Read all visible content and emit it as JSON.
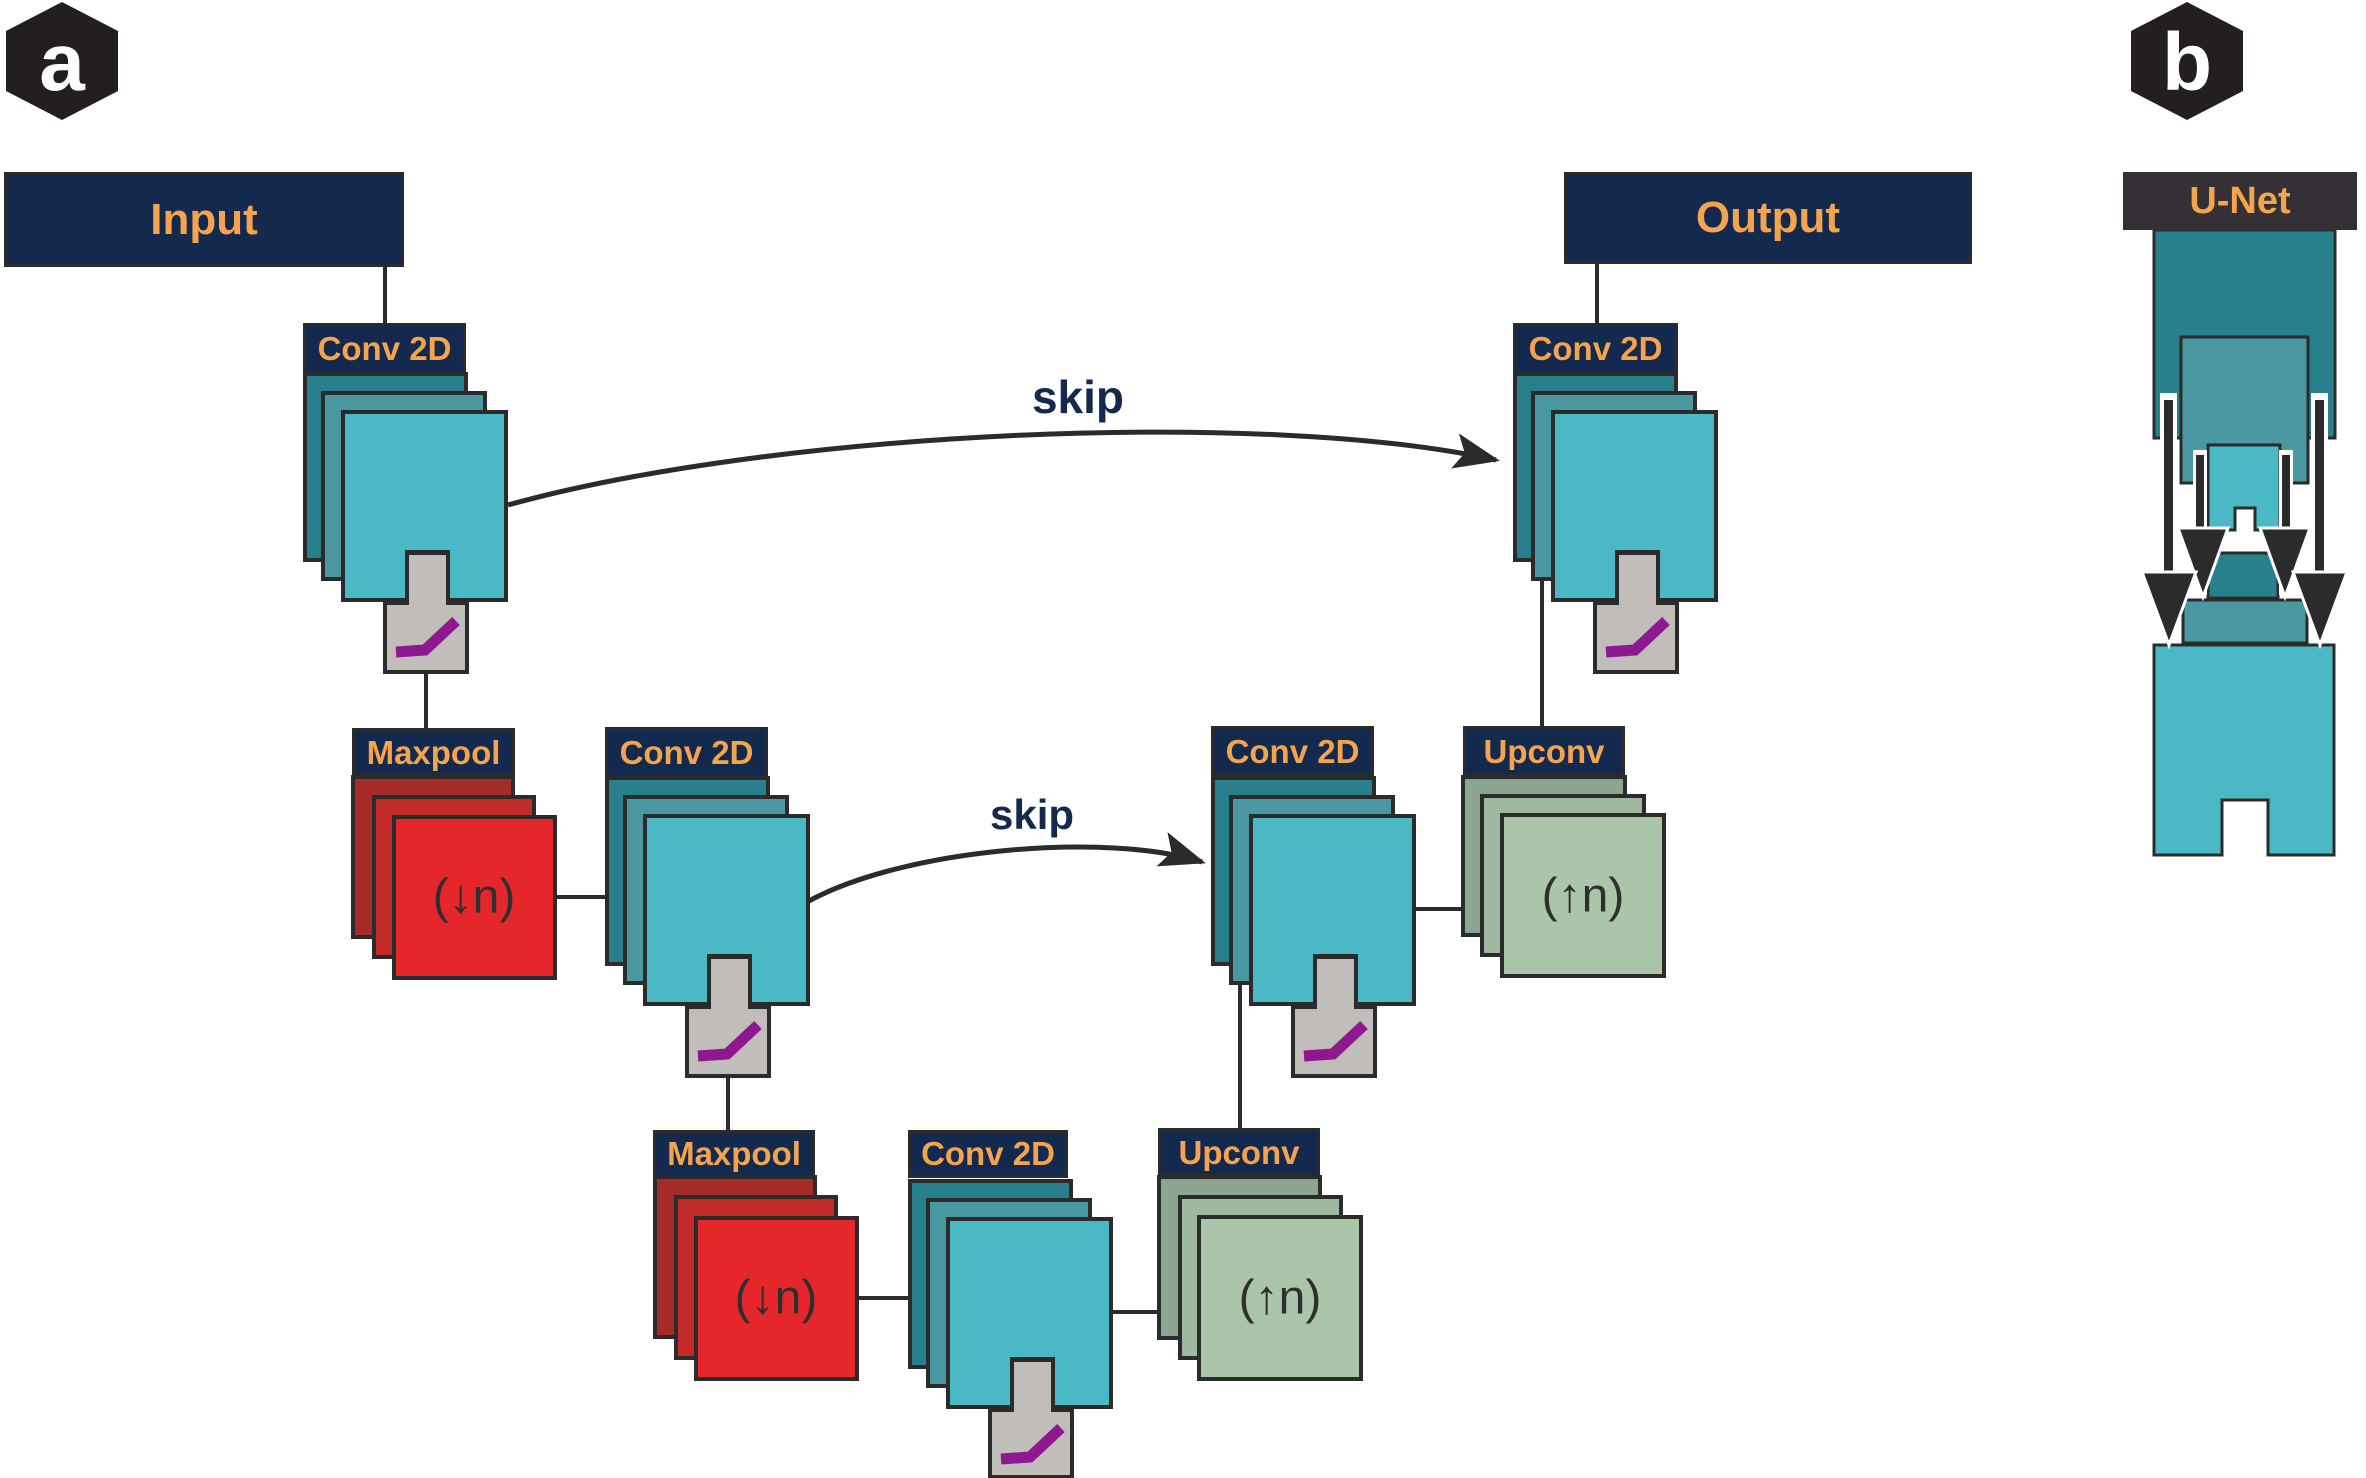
{
  "panel_a": {
    "badge": "a",
    "input_label": "Input",
    "output_label": "Output",
    "skip_top": "skip",
    "skip_mid": "skip",
    "blocks": {
      "conv_top_left": "Conv 2D",
      "conv_top_right": "Conv 2D",
      "conv_mid_left": "Conv 2D",
      "conv_bottom": "Conv 2D",
      "conv_mid_right": "Conv 2D",
      "maxpool_mid": "Maxpool",
      "maxpool_bottom": "Maxpool",
      "upconv_bottom": "Upconv",
      "upconv_mid": "Upconv"
    },
    "downsample_symbol_mid": "(↓n)",
    "downsample_symbol_bottom": "(↓n)",
    "upsample_symbol_bottom": "(↑n)",
    "upsample_symbol_mid": "(↑n)",
    "activation_name": "relu-activation"
  },
  "panel_b": {
    "badge": "b",
    "title": "U-Net"
  },
  "colors": {
    "stroke": "#2b2b2b",
    "navy": "#13294E",
    "orange": "#F4A44C",
    "tealBack": "#27808B",
    "tealMid": "#4A98A2",
    "tealFront": "#4BB8C5",
    "redBack": "#A42B28",
    "redMid": "#C32B2B",
    "redFront": "#E5262B",
    "greenBack": "#8CA590",
    "greenMid": "#9FB9A1",
    "greenFront": "#ABC5AA",
    "gray": "#C1BDBA",
    "purple": "#8E1890",
    "hexagon": "#231F20",
    "white": "#FFFFFF",
    "unetBar": "#343036",
    "labelDark": "#2F2F2F"
  }
}
